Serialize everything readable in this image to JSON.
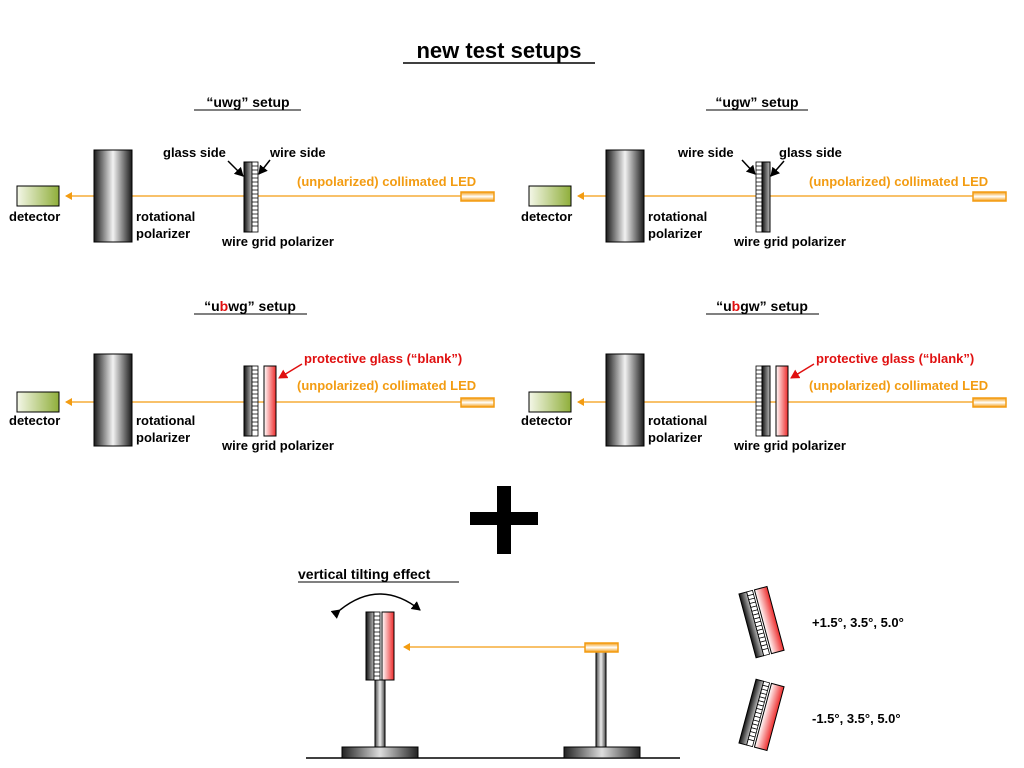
{
  "page_title": "new test setups",
  "colors": {
    "beam": "#f39c12",
    "label_orange": "#f39c12",
    "red_text": "#e01010",
    "glass_red": "#ee2b2b",
    "detector_green": "#8fae3a"
  },
  "setups": [
    {
      "title_prefix": "“u",
      "title_highlight": "",
      "title_suffix": "wg”  setup",
      "detector": "detector",
      "polarizer_line1": "rotational",
      "polarizer_line2": "polarizer",
      "wire_grid": "wire grid polarizer",
      "led": "(unpolarized) collimated LED",
      "side_a": "glass side",
      "side_b": "wire side",
      "protective": ""
    },
    {
      "title_prefix": "“u",
      "title_highlight": "",
      "title_suffix": "gw” setup",
      "detector": "detector",
      "polarizer_line1": "rotational",
      "polarizer_line2": "polarizer",
      "wire_grid": "wire grid polarizer",
      "led": "(unpolarized) collimated LED",
      "side_a": "wire side",
      "side_b": "glass side",
      "protective": ""
    },
    {
      "title_prefix": "“u",
      "title_highlight": "b",
      "title_suffix": "wg” setup",
      "detector": "detector",
      "polarizer_line1": "rotational",
      "polarizer_line2": "polarizer",
      "wire_grid": "wire grid polarizer",
      "led": "(unpolarized) collimated LED",
      "side_a": "",
      "side_b": "",
      "protective": "protective glass (“blank”)"
    },
    {
      "title_prefix": "“u",
      "title_highlight": "b",
      "title_suffix": "gw” setup",
      "detector": "detector",
      "polarizer_line1": "rotational",
      "polarizer_line2": "polarizer",
      "wire_grid": "wire grid polarizer",
      "led": "(unpolarized) collimated LED",
      "side_a": "",
      "side_b": "",
      "protective": "protective glass (“blank”)"
    }
  ],
  "plus_symbol": "+",
  "tilting": {
    "title": "vertical tilting effect",
    "angles_positive": "+1.5°, 3.5°, 5.0°",
    "angles_negative": "-1.5°, 3.5°, 5.0°"
  }
}
